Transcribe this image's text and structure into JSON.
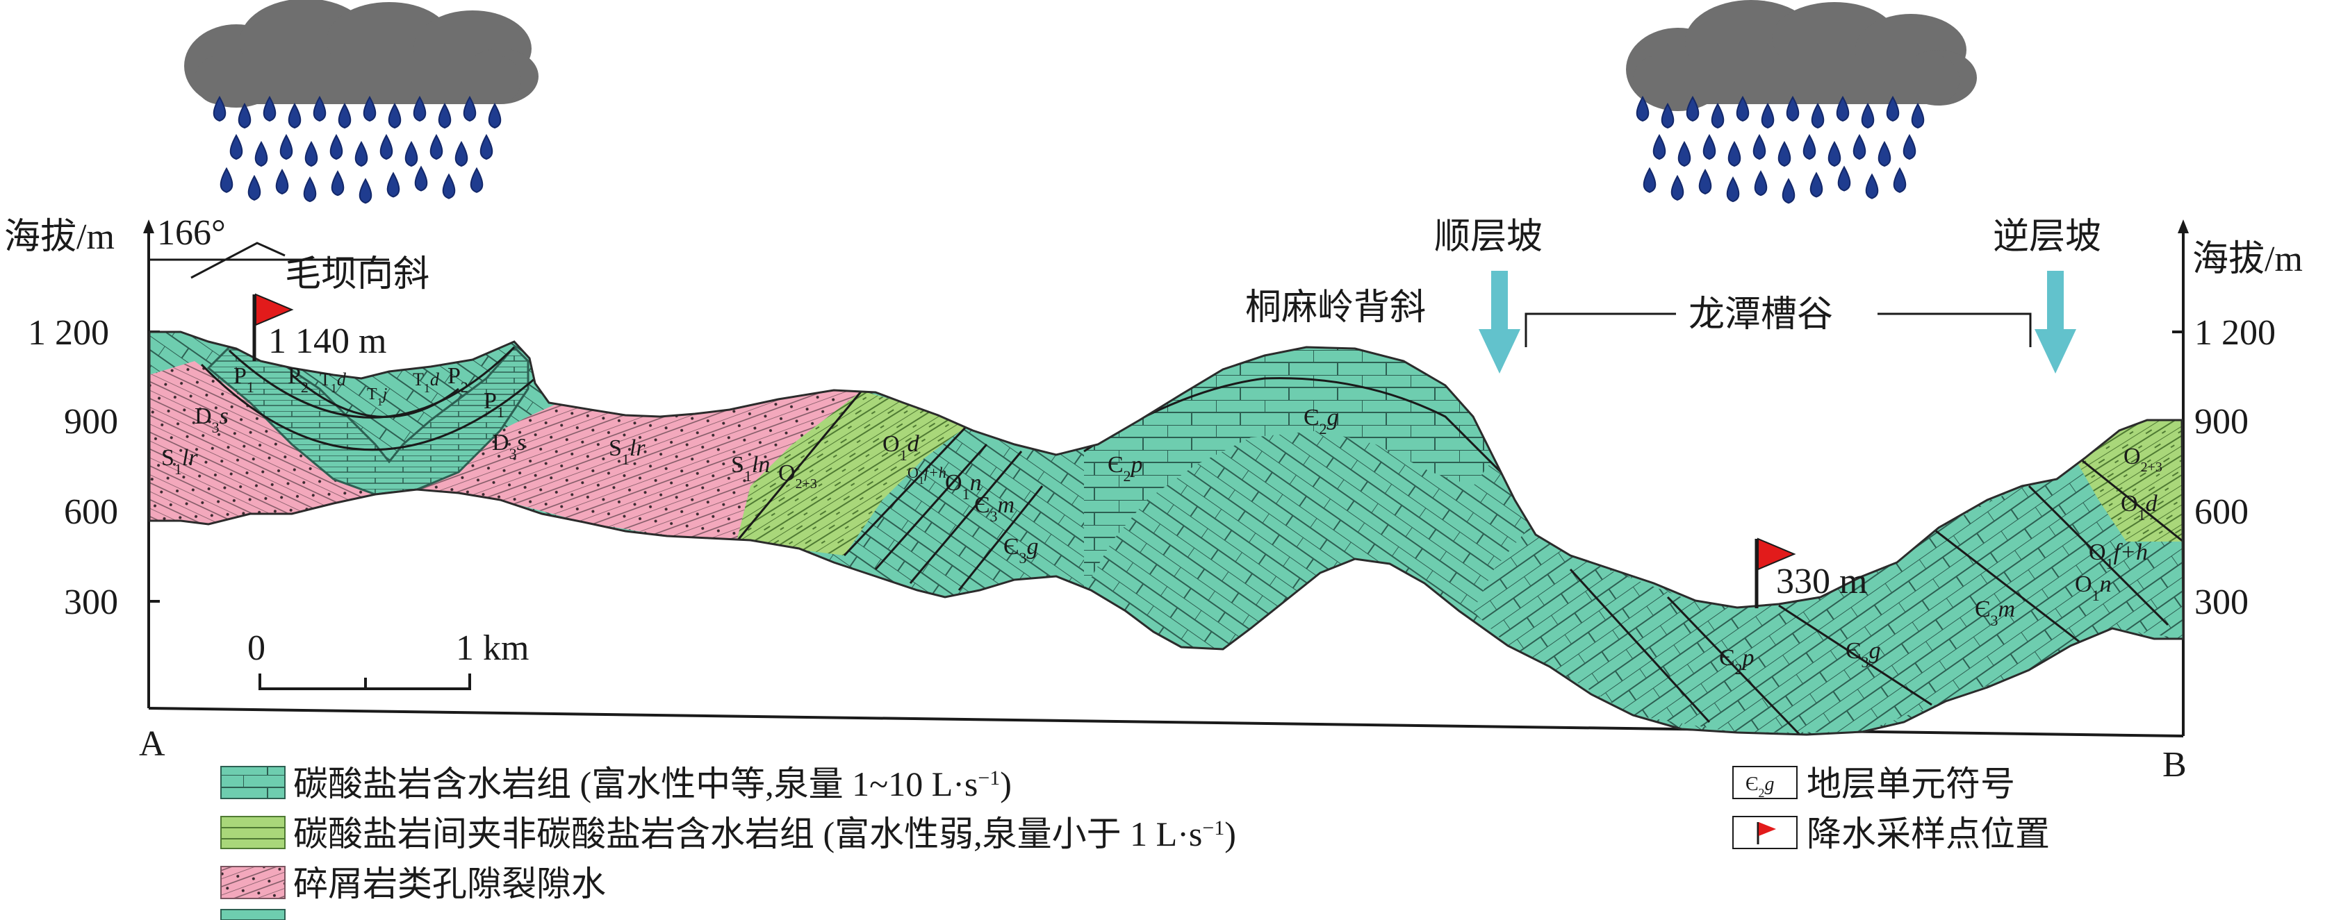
{
  "axes": {
    "left_title": "海拔/m",
    "right_title": "海拔/m",
    "left_ticks": [
      "1 200",
      "900",
      "600",
      "300"
    ],
    "right_ticks": [
      "1 200",
      "900",
      "600",
      "300"
    ]
  },
  "section": {
    "start": "A",
    "end": "B"
  },
  "annotations": {
    "dip": "166°",
    "syncline": "毛坝向斜",
    "anticline": "桐麻岭背斜",
    "dip_slope": "顺层坡",
    "valley": "龙潭槽谷",
    "anti_dip_slope": "逆层坡",
    "sample_high": "1 140 m",
    "sample_low": "330 m"
  },
  "scale": {
    "zero": "0",
    "one": "1 km"
  },
  "units": {
    "P1_l": "P",
    "P1_l_sub": "1",
    "P2_l": "P",
    "P2_l_sub": "2",
    "T1d_l": "T",
    "T1d_l_sub": "1",
    "T1d_l_it": "d",
    "T1j": "T",
    "T1j_sub": "1",
    "T1j_it": "j",
    "T1d_r": "T",
    "T1d_r_sub": "1",
    "T1d_r_it": "d",
    "P2_r": "P",
    "P2_r_sub": "2",
    "P1_r": "P",
    "P1_r_sub": "1",
    "D3s_l": "D",
    "D3s_l_sub": "3",
    "D3s_l_it": "s",
    "D3s_r": "D",
    "D3s_r_sub": "3",
    "D3s_r_it": "s",
    "S1lr_l": "S",
    "S1lr_l_sub": "1",
    "S1lr_l_it": "lr",
    "S1lr_r": "S",
    "S1lr_r_sub": "1",
    "S1lr_r_it": "lr",
    "S1ln": "S",
    "S1ln_sub": "1",
    "S1ln_it": "ln",
    "O23_l": "O",
    "O23_l_sub": "2+3",
    "O1d_l": "O",
    "O1d_l_sub": "1",
    "O1d_l_it": "d",
    "O1fh_l": "O",
    "O1fh_l_sub": "1",
    "O1fh_l_it": "f+h",
    "O1n_l": "O",
    "O1n_l_sub": "1",
    "O1n_l_it": "n",
    "C3m_l": "Є",
    "C3m_l_sub": "3",
    "C3m_l_it": "m",
    "C3g_l": "Є",
    "C3g_l_sub": "3",
    "C3g_l_it": "g",
    "C2p_l": "Є",
    "C2p_l_sub": "2",
    "C2p_l_it": "p",
    "C2g_top": "Є",
    "C2g_top_sub": "2",
    "C2g_top_it": "g",
    "C2p_r": "Є",
    "C2p_r_sub": "2",
    "C2p_r_it": "p",
    "C3g_r": "Є",
    "C3g_r_sub": "3",
    "C3g_r_it": "g",
    "C3m_r": "Є",
    "C3m_r_sub": "3",
    "C3m_r_it": "m",
    "O23_r": "O",
    "O23_r_sub": "2+3",
    "O1d_r": "O",
    "O1d_r_sub": "1",
    "O1d_r_it": "d",
    "O1fh_r": "O",
    "O1fh_r_sub": "1",
    "O1fh_r_it": "f+h",
    "O1n_r": "O",
    "O1n_r_sub": "1",
    "O1n_r_it": "n"
  },
  "legend": {
    "carbonate": "碳酸盐岩含水岩组 (富水性中等,泉量 1~10 L·s",
    "carbonate_sup": "−1",
    "carbonate_end": ")",
    "interbedded": "碳酸盐岩间夹非碳酸盐岩含水岩组 (富水性弱,泉量小于 1 L·s",
    "interbedded_sup": "−1",
    "interbedded_end": ")",
    "clastic": "碎屑岩类孔隙裂隙水",
    "symbol_label": "地层单元符号",
    "symbol_sample": "Є",
    "symbol_sample_sub": "2",
    "symbol_sample_it": "g",
    "sample_label": "降水采样点位置"
  },
  "colors": {
    "carbonate": "#6ecdaf",
    "interbedded": "#a9d77a",
    "clastic": "#f3a8bc",
    "cloud": "#6f6f6f",
    "rain": "#1f3c8f",
    "arrow": "#62c2cc",
    "flag": "#e21b1b"
  }
}
